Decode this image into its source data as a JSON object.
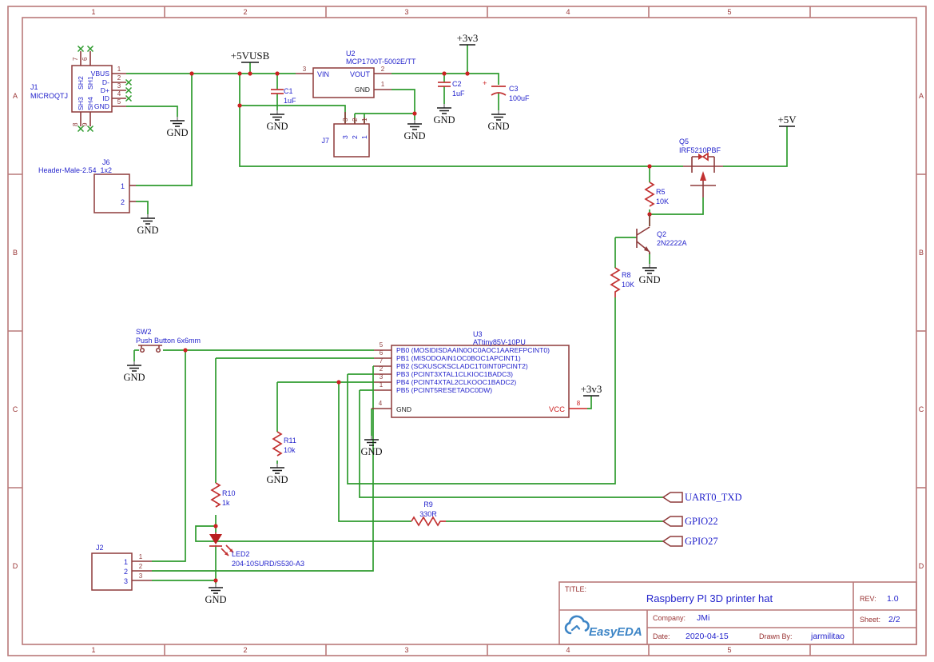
{
  "labels": {
    "gnd": "GND"
  },
  "power": {
    "vusb": "+5VUSB",
    "v33": "+3v3",
    "v33b": "+3v3",
    "v5": "+5V"
  },
  "frame": {
    "cols": [
      "1",
      "2",
      "3",
      "4",
      "5"
    ],
    "rows": [
      "A",
      "B",
      "C",
      "D"
    ]
  },
  "j1": {
    "ref": "J1",
    "value": "MICROQTJ",
    "pins_right": [
      {
        "n": "1",
        "name": "VBUS"
      },
      {
        "n": "2",
        "name": "D-"
      },
      {
        "n": "3",
        "name": "D+"
      },
      {
        "n": "4",
        "name": "ID"
      },
      {
        "n": "5",
        "name": "GND"
      }
    ],
    "shield_top": [
      {
        "n": "7",
        "name": "SH2"
      },
      {
        "n": "6",
        "name": "SH1"
      }
    ],
    "shield_bottom": [
      {
        "n": "8",
        "name": "SH3"
      },
      {
        "n": "9",
        "name": "SH4"
      }
    ]
  },
  "j6": {
    "ref": "J6",
    "value": "Header-Male-2.54_1x2",
    "pins": [
      "1",
      "2"
    ]
  },
  "u2": {
    "ref": "U2",
    "value": "MCP1700T-5002E/TT",
    "vin": "VIN",
    "vout": "VOUT",
    "gnd": "GND",
    "pin_vin": "3",
    "pin_vout": "2",
    "pin_gnd": "1"
  },
  "j7": {
    "ref": "J7",
    "pins": [
      "3",
      "2",
      "1"
    ]
  },
  "c1": {
    "ref": "C1",
    "value": "1uF"
  },
  "c2": {
    "ref": "C2",
    "value": "1uF"
  },
  "c3": {
    "ref": "C3",
    "value": "100uF",
    "plus": "+"
  },
  "q5": {
    "ref": "Q5",
    "value": "IRF5210PBF"
  },
  "r5": {
    "ref": "R5",
    "value": "10K"
  },
  "q2": {
    "ref": "Q2",
    "value": "2N2222A"
  },
  "r8": {
    "ref": "R8",
    "value": "10K"
  },
  "sw2": {
    "ref": "SW2",
    "value": "Push Button 6x6mm"
  },
  "u3": {
    "ref": "U3",
    "value": "ATtiny85V-10PU",
    "vcc": "VCC",
    "gnd": "GND",
    "pin_gnd": "4",
    "pin_vcc": "8",
    "pins": [
      {
        "n": "5",
        "name": "PB0 (MOSIDISDAAIN0OC0AOC1AAREFPCINT0)"
      },
      {
        "n": "6",
        "name": "PB1 (MISODOAIN1OC0BOC1APCINT1)"
      },
      {
        "n": "7",
        "name": "PB2 (SCKUSCKSCLADC1T0INT0PCINT2)"
      },
      {
        "n": "2",
        "name": "PB3 (PCINT3XTAL1CLKIOC1BADC3)"
      },
      {
        "n": "3",
        "name": "PB4 (PCINT4XTAL2CLKOOC1BADC2)"
      },
      {
        "n": "1",
        "name": "PB5 (PCINT5RESETADC0DW)"
      }
    ]
  },
  "r11": {
    "ref": "R11",
    "value": "10k"
  },
  "r10": {
    "ref": "R10",
    "value": "1k"
  },
  "r9": {
    "ref": "R9",
    "value": "330R"
  },
  "j2": {
    "ref": "J2",
    "pins": [
      "1",
      "2",
      "3"
    ]
  },
  "led2": {
    "ref": "LED2",
    "value": "204-10SURD/S530-A3"
  },
  "ports": {
    "uart": "UART0_TXD",
    "gpio22": "GPIO22",
    "gpio27": "GPIO27"
  },
  "title_block": {
    "title_label": "TITLE:",
    "title": "Raspberry PI 3D printer hat",
    "rev_label": "REV:",
    "rev": "1.0",
    "company_label": "Company:",
    "company": "JMi",
    "sheet_label": "Sheet:",
    "sheet": "2/2",
    "date_label": "Date:",
    "date": "2020-04-15",
    "drawn_label": "Drawn By:",
    "drawn": "jarmilitao",
    "logo": "EasyEDA"
  },
  "colors": {
    "wire": "#2e9b2e",
    "outline": "#8e3a3a",
    "device": "#c23232",
    "text_blue": "#2424cc",
    "frame": "#b97a7a",
    "logo_blue": "#3d85c6",
    "junction": "#cc2222"
  }
}
